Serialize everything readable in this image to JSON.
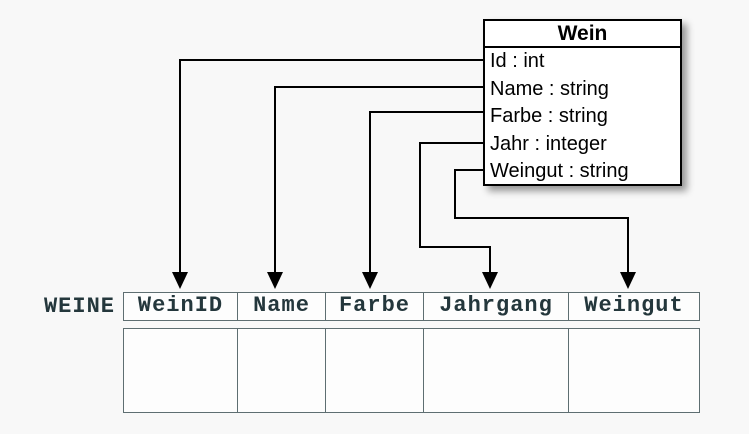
{
  "class_box": {
    "title": "Wein",
    "attributes": [
      "Id : int",
      "Name : string",
      "Farbe : string",
      "Jahr : integer",
      "Weingut : string"
    ]
  },
  "table": {
    "name": "WEINE",
    "columns": [
      "WeinID",
      "Name",
      "Farbe",
      "Jahrgang",
      "Weingut"
    ],
    "body_rows": 1
  },
  "mappings": [
    {
      "from": "Id",
      "to": "WeinID"
    },
    {
      "from": "Name",
      "to": "Name"
    },
    {
      "from": "Farbe",
      "to": "Farbe"
    },
    {
      "from": "Jahr",
      "to": "Jahrgang"
    },
    {
      "from": "Weingut",
      "to": "Weingut"
    }
  ],
  "colors": {
    "background": "#f8f8f8",
    "connector_line": "#000000",
    "class_border": "#000000",
    "class_fill": "#ffffff",
    "table_border": "#5e6e71",
    "table_text": "#24373c"
  }
}
